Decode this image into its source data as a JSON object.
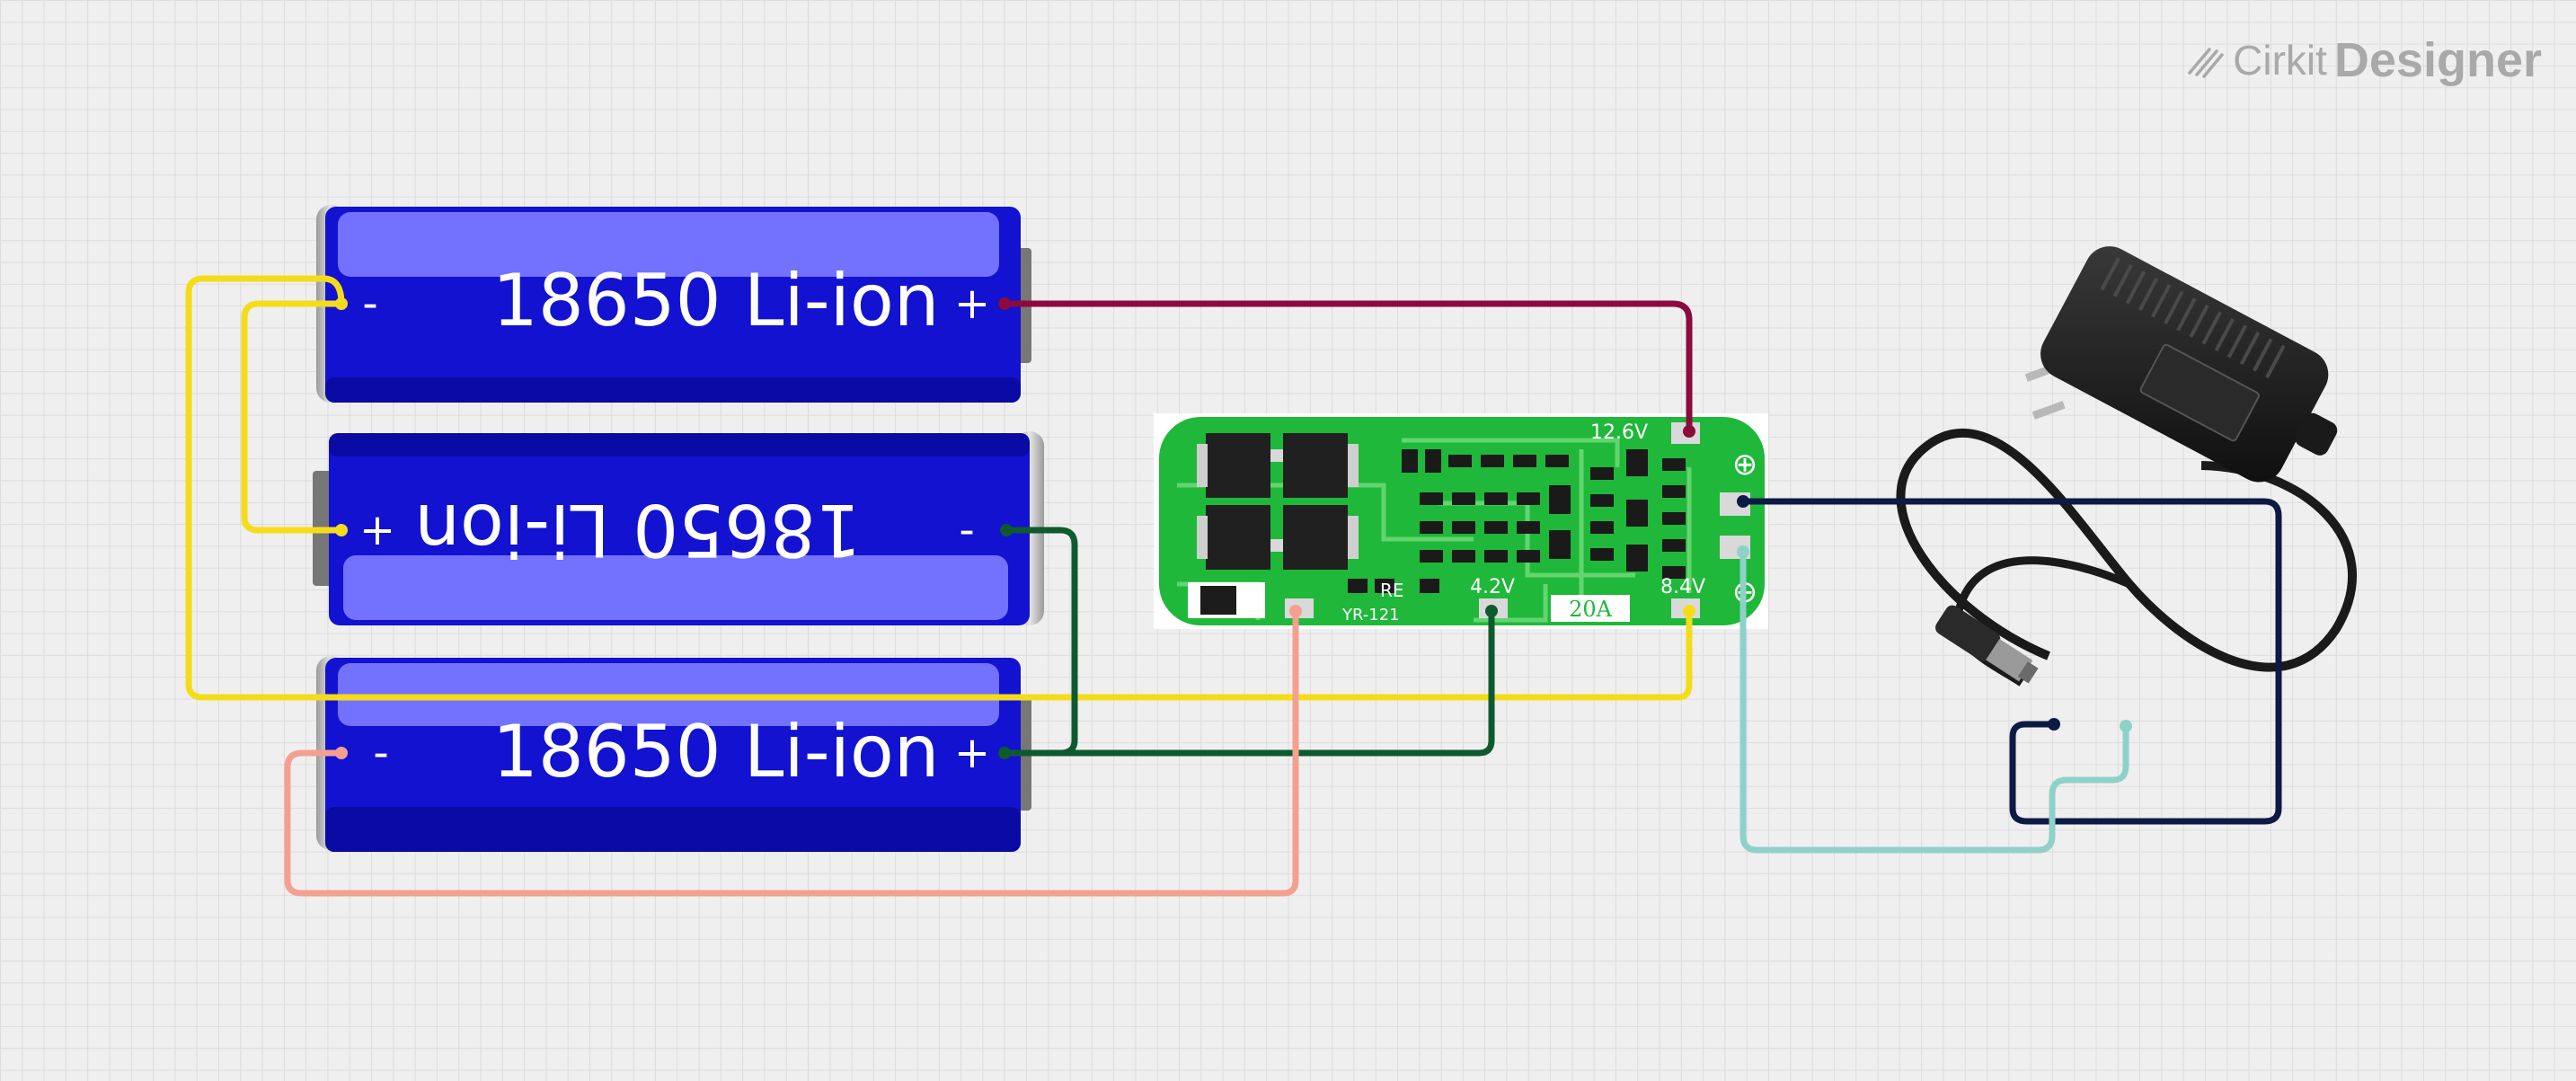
{
  "logo": {
    "brand": "Cirkit",
    "product": "Designer"
  },
  "batteries": [
    {
      "label": "18650 Li-ion",
      "left_terminal": "-",
      "right_terminal": "+",
      "flipped": false
    },
    {
      "label": "18650 Li-ion",
      "left_terminal": "+",
      "right_terminal": "-",
      "flipped": true
    },
    {
      "label": "18650 Li-ion",
      "left_terminal": "-",
      "right_terminal": "+",
      "flipped": false
    }
  ],
  "bms": {
    "label_12v6": "12.6V",
    "label_4v2": "4.2V",
    "label_8v4": "8.4V",
    "label_current": "20A",
    "label_model": "YR-121",
    "label_re": "RE",
    "plus_symbol": "⊕",
    "minus_symbol": "⊖",
    "board_color": "#1fb83a"
  },
  "adapter": {
    "icon": "power-adapter-icon",
    "body_color": "#1c1c1c"
  },
  "wire_colors": {
    "red": "#8c0a3c",
    "yellow": "#f5dc1a",
    "green": "#0e5a2e",
    "salmon": "#f4a090",
    "navy": "#0c1a44",
    "teal": "#8ed1c8"
  }
}
